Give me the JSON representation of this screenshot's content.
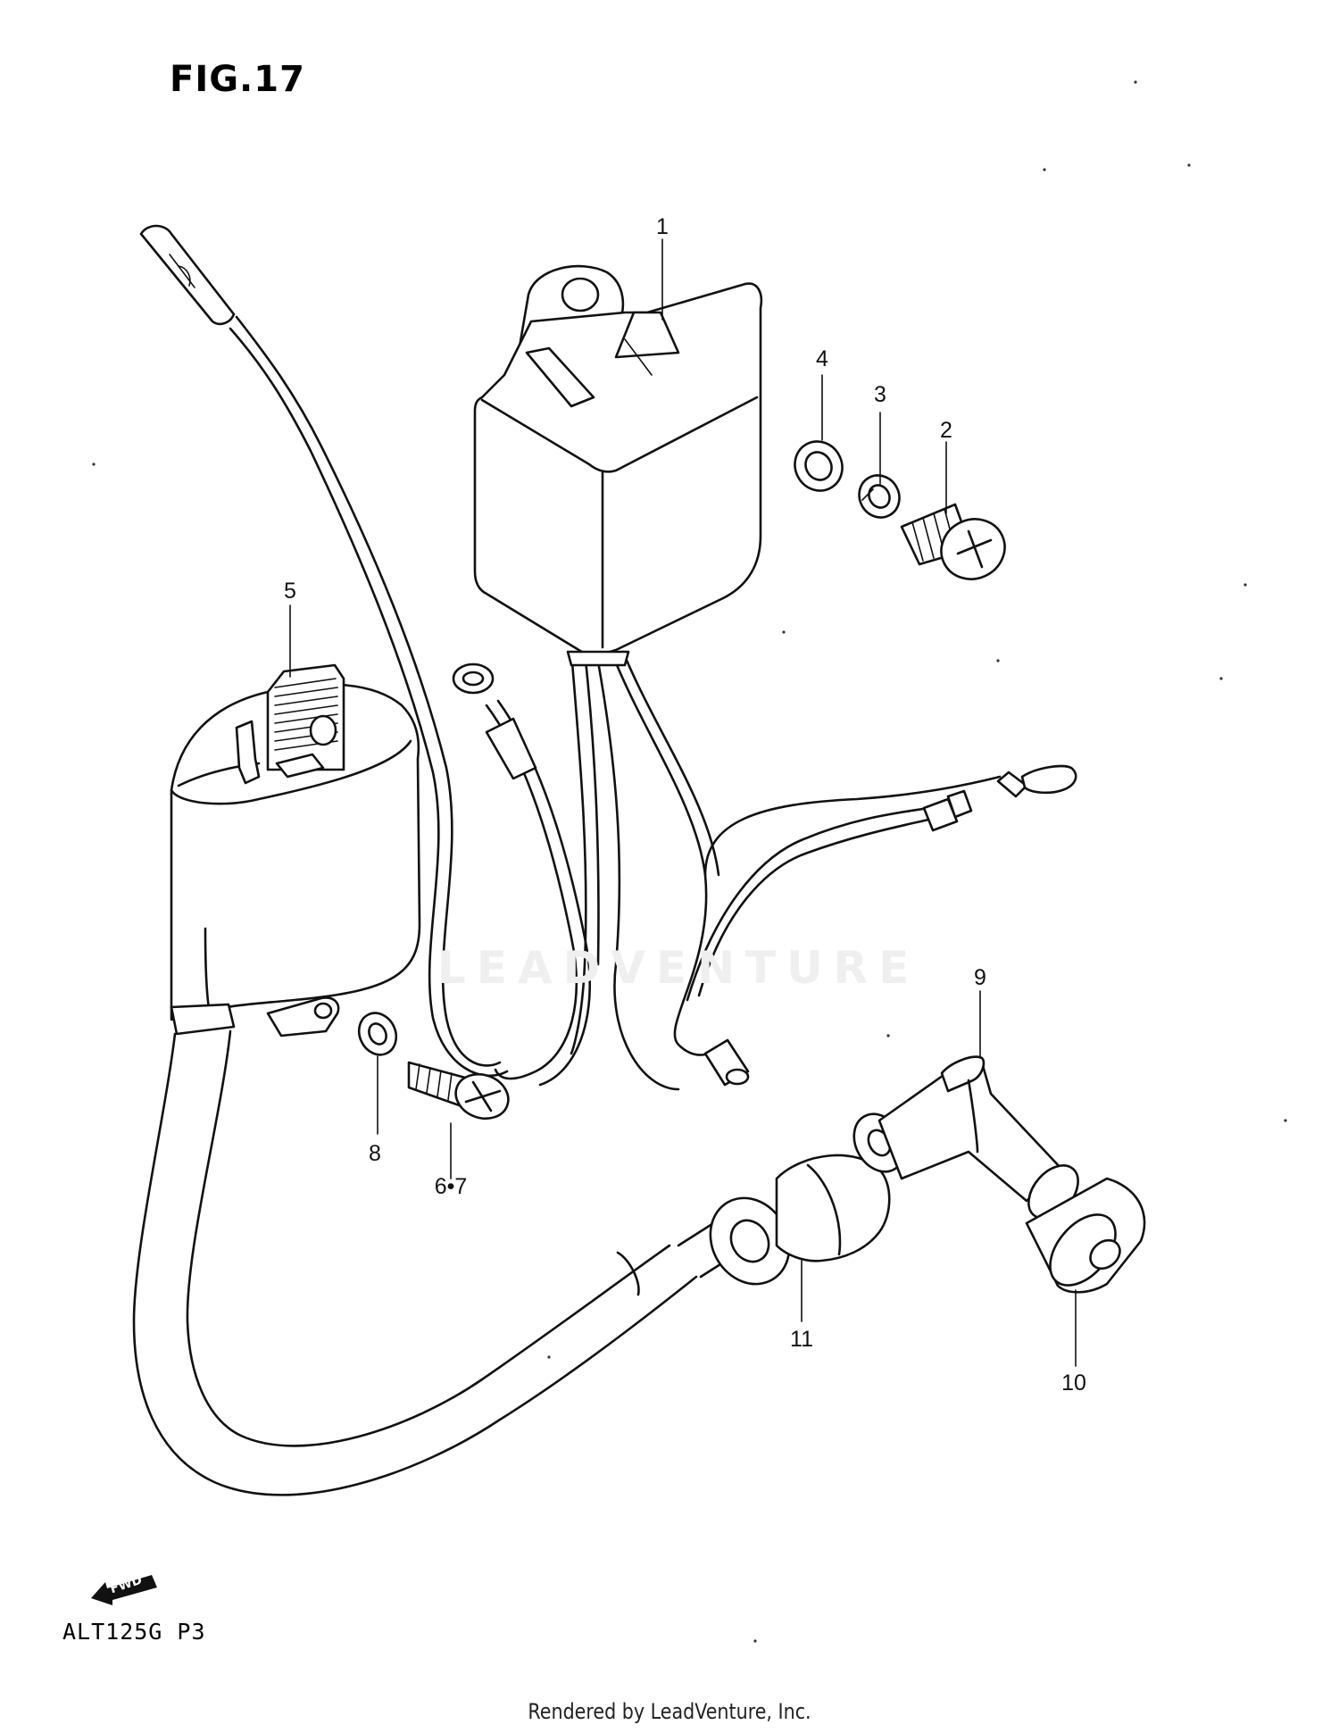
{
  "figure": {
    "title": "FIG.17",
    "model_code": "ALT125G P3",
    "fwd_label": "FWD",
    "watermark": "LEADVENTURE",
    "footer": "Rendered by LeadVenture, Inc."
  },
  "callouts": [
    {
      "id": "label-1",
      "text": "1"
    },
    {
      "id": "label-2",
      "text": "2"
    },
    {
      "id": "label-3",
      "text": "3"
    },
    {
      "id": "label-4",
      "text": "4"
    },
    {
      "id": "label-5",
      "text": "5"
    },
    {
      "id": "label-6-7",
      "text": "6•7"
    },
    {
      "id": "label-8",
      "text": "8"
    },
    {
      "id": "label-9",
      "text": "9"
    },
    {
      "id": "label-10",
      "text": "10"
    },
    {
      "id": "label-11",
      "text": "11"
    }
  ],
  "parts": [
    {
      "name": "cdi-unit"
    },
    {
      "name": "mounting-bolt"
    },
    {
      "name": "lock-washer"
    },
    {
      "name": "flat-washer"
    },
    {
      "name": "ignition-coil"
    },
    {
      "name": "coil-screw"
    },
    {
      "name": "coil-lock-washer"
    },
    {
      "name": "spark-plug-cap"
    },
    {
      "name": "cap-seal"
    },
    {
      "name": "cable-grommet"
    }
  ]
}
